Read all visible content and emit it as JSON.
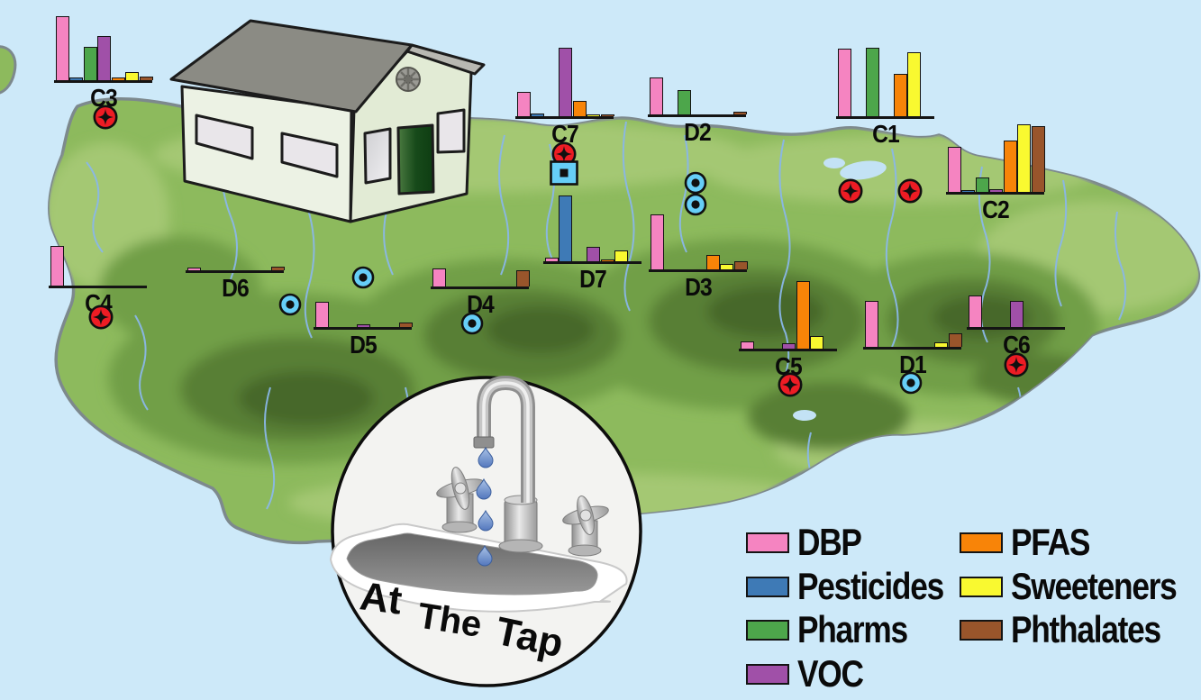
{
  "inset": {
    "words": [
      "At",
      "The",
      "Tap"
    ]
  },
  "legend": {
    "items": [
      {
        "label": "DBP",
        "color": "#f584c1"
      },
      {
        "label": "Pesticides",
        "color": "#3e7ab6"
      },
      {
        "label": "Pharms",
        "color": "#4da64b"
      },
      {
        "label": "VOC",
        "color": "#a050a8"
      },
      {
        "label": "PFAS",
        "color": "#f88408"
      },
      {
        "label": "Sweeteners",
        "color": "#f9f930"
      },
      {
        "label": "Phthalates",
        "color": "#99552b"
      }
    ],
    "columns": [
      [
        0,
        1,
        2,
        3
      ],
      [
        4,
        5,
        6
      ]
    ]
  },
  "map_symbols": [
    {
      "name": "red-star-circle-marker",
      "fill": "#ed1c24"
    },
    {
      "name": "blue-dot-circle-marker",
      "fill": "#66cef7"
    },
    {
      "name": "blue-square-marker",
      "fill": "#66cef7"
    }
  ],
  "chart_data": {
    "type": "bar",
    "categories": [
      "DBP",
      "Pesticides",
      "Pharms",
      "VOC",
      "PFAS",
      "Sweeteners",
      "Phthalates"
    ],
    "value_unit": "relative bar height, px (no axis shown)",
    "sites": [
      {
        "id": "C1",
        "label": "C1",
        "values": [
          75,
          0,
          76,
          0,
          47,
          71,
          0
        ]
      },
      {
        "id": "C2",
        "label": "C2",
        "values": [
          50,
          2,
          16,
          3,
          57,
          75,
          73
        ]
      },
      {
        "id": "C3",
        "label": "C3",
        "values": [
          71,
          3,
          37,
          49,
          3,
          9,
          4
        ]
      },
      {
        "id": "C4",
        "label": "C4",
        "values": [
          44,
          0,
          0,
          0,
          0,
          0,
          0
        ]
      },
      {
        "id": "C5",
        "label": "C5",
        "values": [
          8,
          0,
          0,
          6,
          75,
          14,
          0
        ]
      },
      {
        "id": "C6",
        "label": "C6",
        "values": [
          35,
          0,
          0,
          29,
          0,
          0,
          0
        ]
      },
      {
        "id": "C7",
        "label": "C7",
        "values": [
          27,
          3,
          0,
          76,
          17,
          2,
          2
        ]
      },
      {
        "id": "D1",
        "label": "D1",
        "values": [
          51,
          0,
          0,
          0,
          0,
          5,
          15
        ]
      },
      {
        "id": "D2",
        "label": "D2",
        "values": [
          41,
          0,
          27,
          0,
          0,
          0,
          3
        ]
      },
      {
        "id": "D3",
        "label": "D3",
        "values": [
          61,
          0,
          0,
          0,
          16,
          6,
          9
        ]
      },
      {
        "id": "D4",
        "label": "D4",
        "values": [
          20,
          0,
          0,
          0,
          0,
          0,
          18
        ]
      },
      {
        "id": "D5",
        "label": "D5",
        "values": [
          28,
          0,
          0,
          3,
          0,
          0,
          5
        ]
      },
      {
        "id": "D6",
        "label": "D6",
        "values": [
          3,
          0,
          0,
          0,
          0,
          0,
          4
        ]
      },
      {
        "id": "D7",
        "label": "D7",
        "values": [
          4,
          73,
          0,
          16,
          2,
          12,
          0
        ]
      }
    ]
  }
}
